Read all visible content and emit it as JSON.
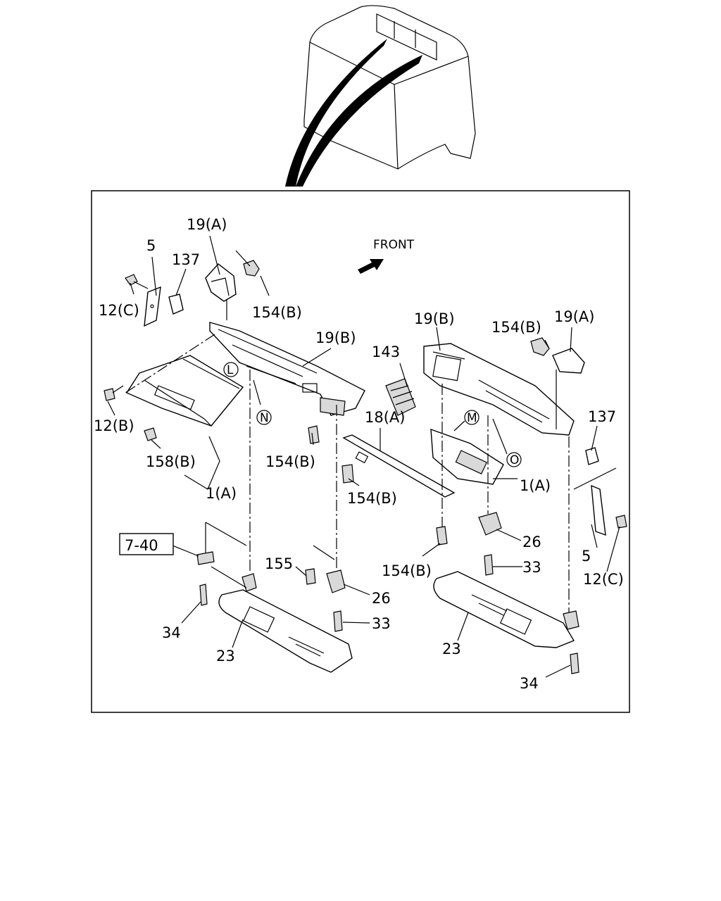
{
  "diagram": {
    "front_label": "FRONT",
    "labels": {
      "l_19a_top": "19(A)",
      "l_5_left": "5",
      "l_137_left": "137",
      "l_154b_top": "154(B)",
      "l_12c_left": "12(C)",
      "l_19b_mid": "19(B)",
      "l_12b": "12(B)",
      "l_158b": "158(B)",
      "l_154b_mid": "154(B)",
      "l_1a_left": "1(A)",
      "l_143": "143",
      "l_18a": "18(A)",
      "l_154b_lower": "154(B)",
      "l_19b_right": "19(B)",
      "l_154b_right": "154(B)",
      "l_19a_right": "19(A)",
      "l_137_right": "137",
      "l_1a_right": "1(A)",
      "l_26_right": "26",
      "l_33_right": "33",
      "l_154b_bottom": "154(B)",
      "l_5_right": "5",
      "l_12c_right": "12(C)",
      "l_7_40": "7-40",
      "l_155": "155",
      "l_26_left": "26",
      "l_33_left": "33",
      "l_34_left": "34",
      "l_23_left": "23",
      "l_23_right": "23",
      "l_34_right": "34",
      "c_l": "L",
      "c_n": "N",
      "c_m": "M",
      "c_o": "O"
    }
  }
}
